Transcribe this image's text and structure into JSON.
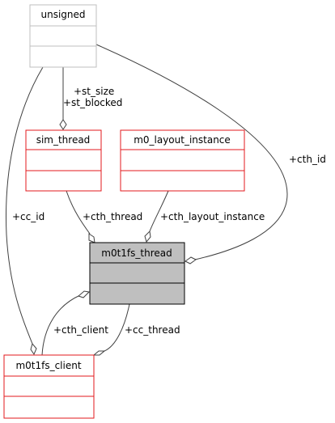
{
  "classes": {
    "unsigned": {
      "name": "unsigned"
    },
    "sim_thread": {
      "name": "sim_thread"
    },
    "m0_layout_instance": {
      "name": "m0_layout_instance"
    },
    "m0t1fs_thread": {
      "name": "m0t1fs_thread"
    },
    "m0t1fs_client": {
      "name": "m0t1fs_client"
    }
  },
  "edges": {
    "st_size": "+st_size",
    "st_blocked": "+st_blocked",
    "cth_id": "+cth_id",
    "cc_id": "+cc_id",
    "cth_thread": "+cth_thread",
    "cth_layout_instance": "+cth_layout_instance",
    "cth_client": "+cth_client",
    "cc_thread": "+cc_thread"
  },
  "colors": {
    "undocumented_border": "#bfbfbf",
    "documented_border": "#e31a1c",
    "focus_fill": "#bfbfbf",
    "focus_border": "#000000",
    "edge": "#404040"
  }
}
